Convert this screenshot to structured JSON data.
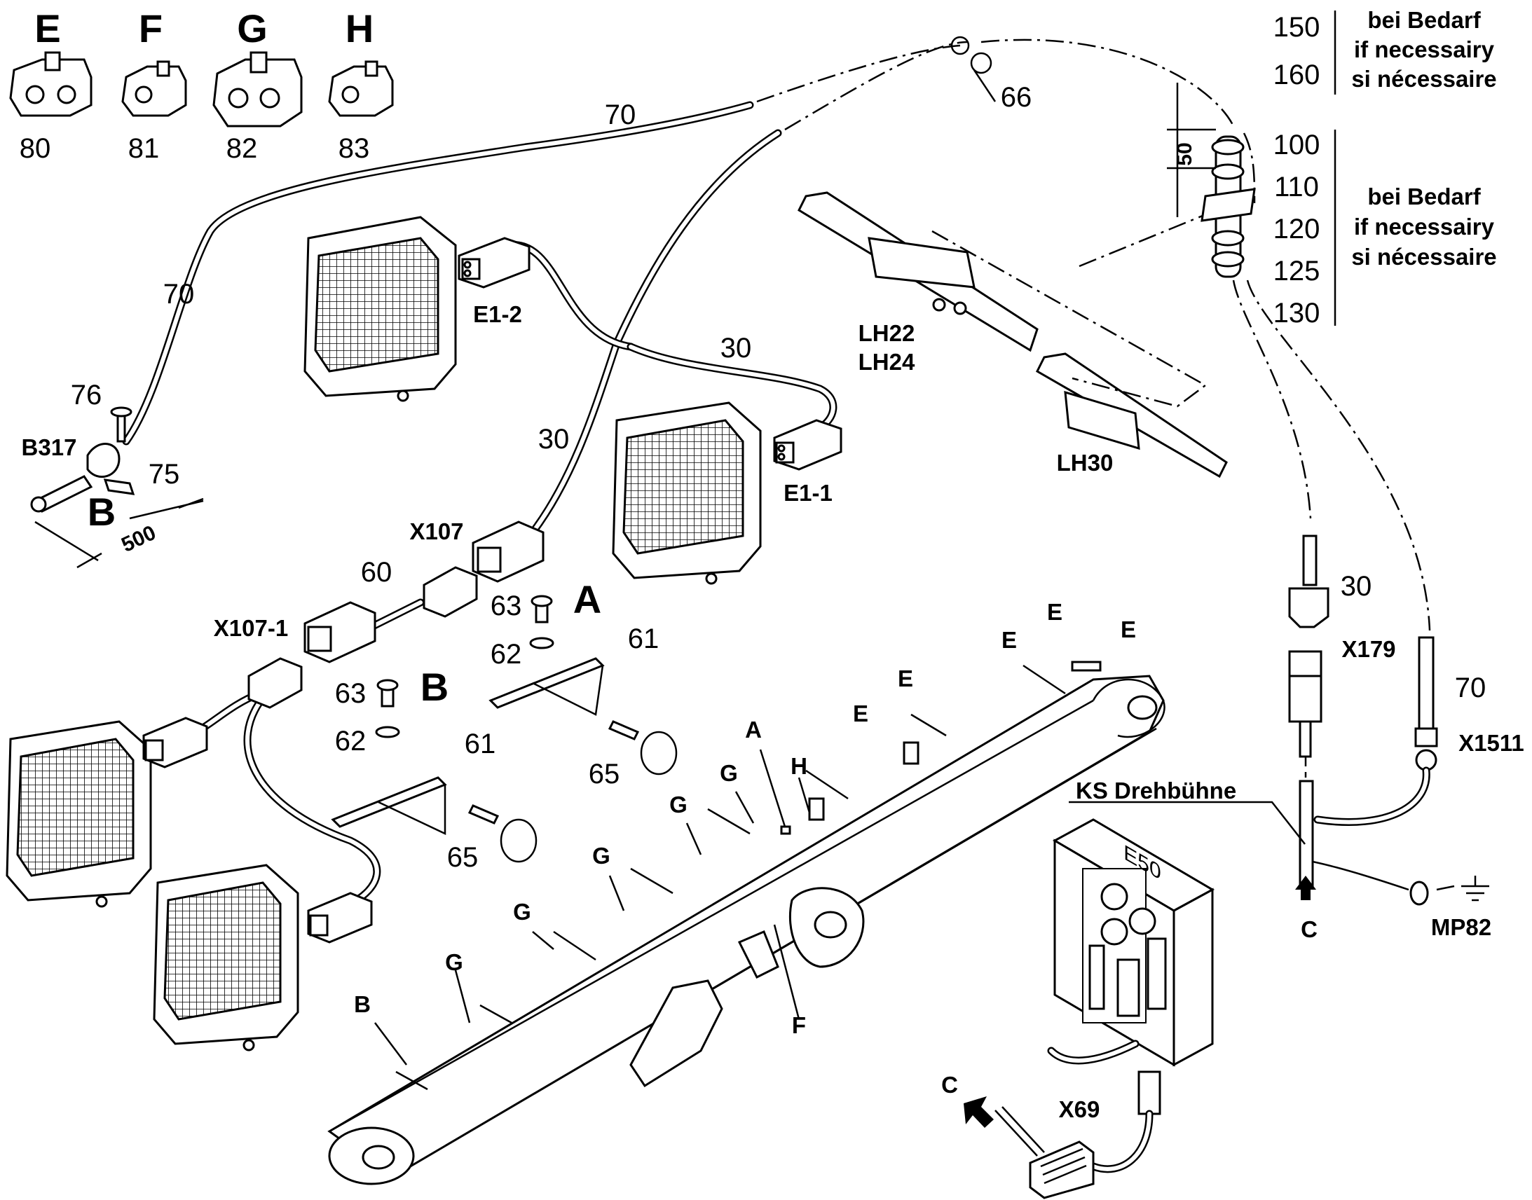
{
  "title": "",
  "clip_types": [
    {
      "letter": "E",
      "part": "80"
    },
    {
      "letter": "F",
      "part": "81"
    },
    {
      "letter": "G",
      "part": "82"
    },
    {
      "letter": "H",
      "part": "83"
    }
  ],
  "cables": {
    "c70": "70",
    "c30": "30",
    "c60": "60"
  },
  "connectors": {
    "e1_2": "E1-2",
    "e1_1": "E1-1",
    "x107": "X107",
    "x107_1": "X107-1",
    "x179": "X179",
    "x1511": "X1511",
    "x69": "X69",
    "b317": "B317",
    "mp82": "MP82"
  },
  "sensor": {
    "screw": "76",
    "clamp": "75",
    "detail": "B",
    "dim": "500"
  },
  "bracket_a": {
    "letter": "A",
    "bolt": "63",
    "washer": "62",
    "plate": "61",
    "tie": "65"
  },
  "bracket_b": {
    "letter": "B",
    "bolt": "63",
    "washer": "62",
    "plate": "61",
    "tie": "65"
  },
  "mounts": {
    "lh22": "LH22",
    "lh24": "LH24",
    "lh30": "LH30"
  },
  "hose": {
    "p150": "150",
    "p160": "160",
    "p100": "100",
    "p110": "110",
    "p120": "120",
    "p125": "125",
    "p130": "130",
    "dim50": "50",
    "p66": "66"
  },
  "notes": {
    "top": [
      "bei Bedarf",
      "if necessairy",
      "si nécessaire"
    ],
    "mid": [
      "bei Bedarf",
      "if necessairy",
      "si nécessaire"
    ]
  },
  "right_parts": {
    "p30": "30",
    "p70": "70"
  },
  "ks": "KS Drehbühne",
  "box_label": "E50",
  "c_label": "C",
  "boom_labels": {
    "E": "E",
    "F": "F",
    "G": "G",
    "H": "H",
    "A": "A",
    "B": "B"
  }
}
